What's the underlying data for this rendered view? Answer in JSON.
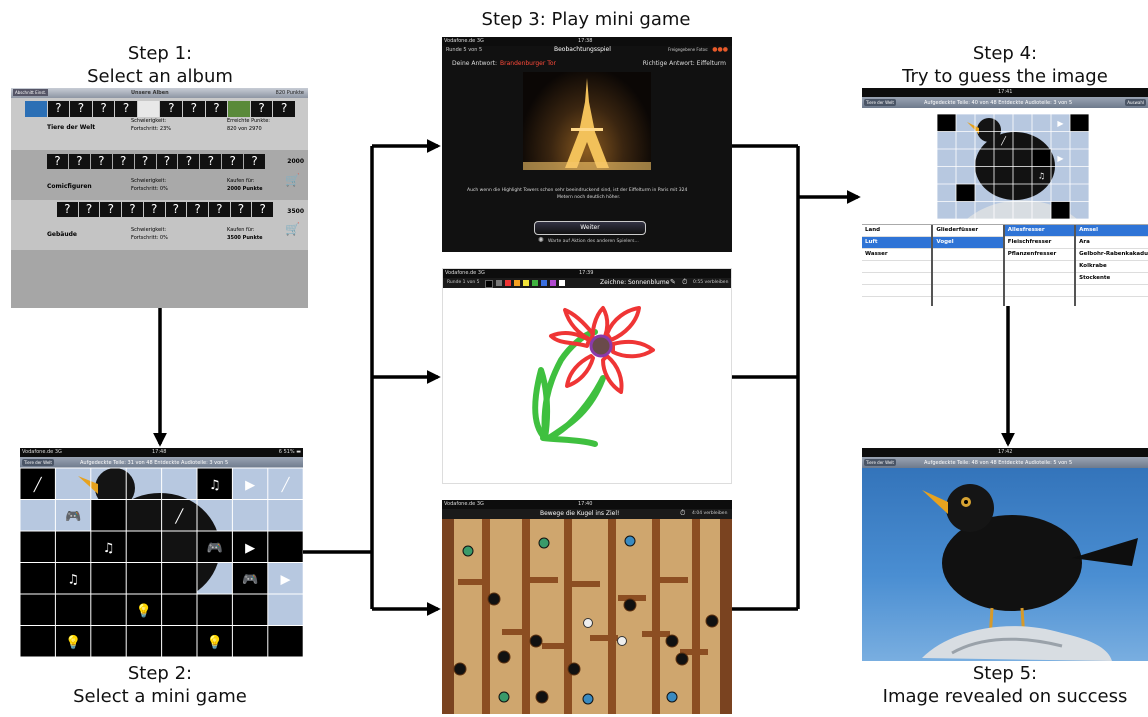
{
  "steps": [
    {
      "title": "Step 1:",
      "subtitle": "Select an album"
    },
    {
      "title": "Step 2:",
      "subtitle": "Select a mini game"
    },
    {
      "title": "Step 3: Play mini game"
    },
    {
      "title": "Step 4:",
      "subtitle": "Try to guess the image"
    },
    {
      "title": "Step 5:",
      "subtitle": "Image revealed on success"
    }
  ],
  "step1": {
    "header_btn": "Abschnitt Einst.",
    "header_title": "Unsere Alben",
    "header_points": "820 Punkte",
    "albums": [
      {
        "name": "Tiere der Welt",
        "difficulty_label": "Schwierigkeit:",
        "progress_label": "Fortschritt: 23%",
        "right1": "Erreichte Punkte:",
        "right2": "820 von 2970",
        "price": ""
      },
      {
        "name": "Comicfiguren",
        "difficulty_label": "Schwierigkeit:",
        "progress_label": "Fortschritt: 0%",
        "right1": "Kaufen für:",
        "right2": "2000 Punkte",
        "price": "2000"
      },
      {
        "name": "Gebäude",
        "difficulty_label": "Schwierigkeit:",
        "progress_label": "Fortschritt: 0%",
        "right1": "Kaufen für:",
        "right2": "3500 Punkte",
        "price": "3500"
      }
    ]
  },
  "step2": {
    "status_left": "Vodafone.de 3G",
    "status_time": "17:48",
    "status_right": "6 51% ▬",
    "back_btn": "Tiere der Welt",
    "header": "Aufgedeckte Teile: 31 von 48   Entdeckte Audioteile: 3 von 5"
  },
  "game1": {
    "status_left": "Vodafone.de 3G",
    "status_time": "17:38",
    "round": "Runde 5 von 5",
    "title": "Beobachtungsspiel",
    "asked": "Freigegebene Fotos:",
    "your_answer_label": "Deine Antwort:",
    "your_answer": "Brandenburger Tor",
    "correct_label": "Richtige Antwort: Eiffelturm",
    "text1": "Auch wenn die Highlight Towers schon sehr beeindruckend sind, ist der Eiffelturm in Paris mit 324",
    "text2": "Metern noch deutlich höher.",
    "button": "Weiter",
    "waiting": "Warte auf Aktion des anderen Spielers..."
  },
  "game2": {
    "status_left": "Vodafone.de 3G",
    "status_time": "17:39",
    "round": "Runde 1 von 5",
    "prompt": "Zeichne: Sonnenblume",
    "timer": "0:55 verbleiben"
  },
  "game3": {
    "status_left": "Vodafone.de 3G",
    "status_time": "17:40",
    "title": "Bewege die Kugel ins Ziel!",
    "timer": "4:04 verbleiben"
  },
  "step4": {
    "status_time": "17:41",
    "back_btn": "Tiere der Welt",
    "header": "Aufgedeckte Teile: 40 von 48   Entdeckte Audioteile: 3 von 5",
    "right_btn": "Auswahl",
    "col1": [
      "Land",
      "Luft",
      "Wasser"
    ],
    "col2": [
      "Gliederfüsser",
      "Vogel"
    ],
    "col3": [
      "Allesfresser",
      "Fleischfresser",
      "Pflanzenfresser"
    ],
    "col4": [
      "Amsel",
      "Ara",
      "Gelbohr-Rabenkakadu",
      "Kolkrabe",
      "Stockente"
    ]
  },
  "step5": {
    "status_time": "17:42",
    "back_btn": "Tiere der Welt",
    "header": "Aufgedeckte Teile: 48 von 48   Entdeckte Audioteile: 5 von 5"
  },
  "colors": {
    "arrow": "#000000",
    "tile_black": "#000000",
    "grid_blue": "#b7c8e0",
    "select_blue": "#2f74d6",
    "wood": "#c89a63"
  }
}
